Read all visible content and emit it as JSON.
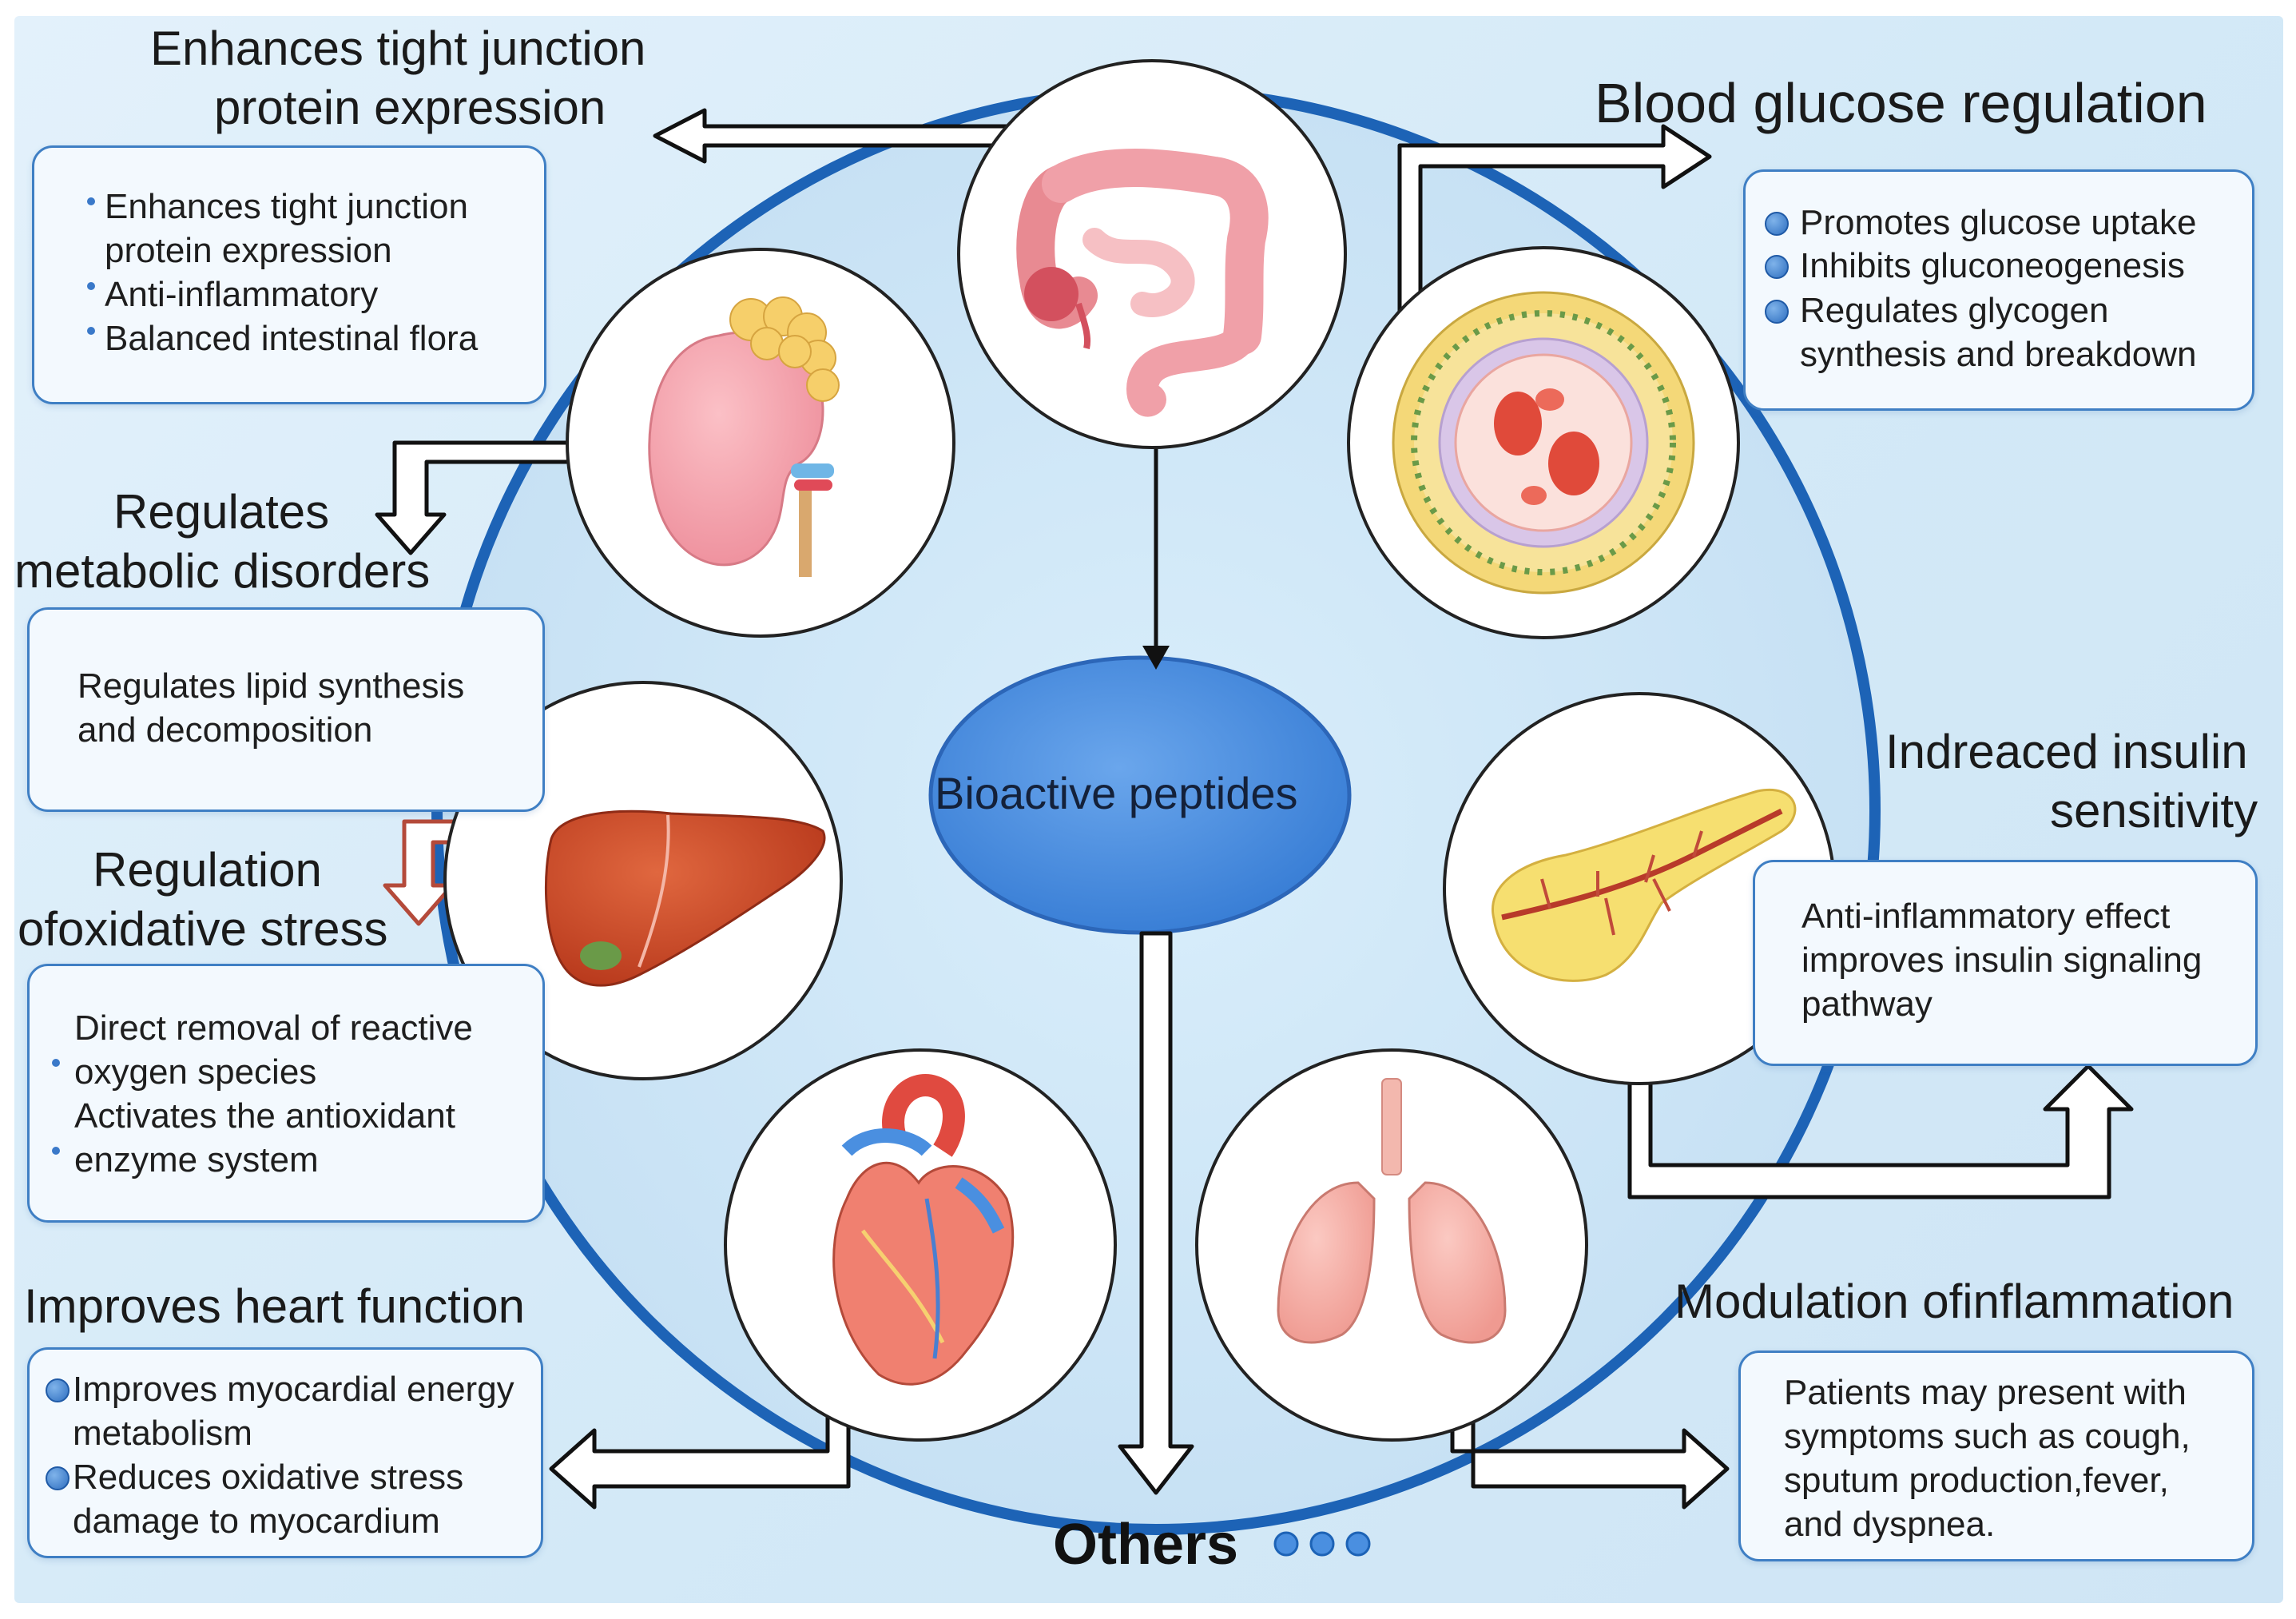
{
  "center": {
    "label": "Bioactive peptides"
  },
  "others": {
    "label": "Others"
  },
  "colors": {
    "ring": "#1d63b6",
    "circle_fill": "#cfe6f6",
    "card_border": "#3f7fc4",
    "center_fill": "#4a8fe0",
    "arrow_stroke": "#111111"
  },
  "icons": [
    "intestine-icon",
    "kidney-icon",
    "liver-icon",
    "heart-icon",
    "lungs-icon",
    "pancreas-icon",
    "blood-vessel-icon"
  ],
  "sections": {
    "intestine": {
      "title_line1": "Enhances tight junction",
      "title_line2": "protein expression",
      "items": [
        "Enhances tight junction",
        "protein expression",
        "Anti-inflammatory",
        "Balanced intestinal flora"
      ]
    },
    "glucose": {
      "title": "Blood glucose regulation",
      "items": [
        "Promotes glucose uptake",
        "Inhibits gluconeogenesis",
        "Regulates glycogen",
        "synthesis and breakdown"
      ]
    },
    "metabolic": {
      "title_line1": "Regulates",
      "title_line2": "metabolic disorders",
      "items": [
        "Regulates lipid synthesis",
        "and decomposition"
      ]
    },
    "oxidative": {
      "title_line1": "Regulation",
      "title_line2": "ofoxidative stress",
      "items": [
        "Direct removal of reactive",
        "oxygen species",
        "Activates the antioxidant",
        "enzyme system"
      ]
    },
    "insulin": {
      "title_line1": "Indreaced insulin",
      "title_line2": "sensitivity",
      "items": [
        "Anti-inflammatory effect",
        "improves insulin signaling",
        "pathway"
      ]
    },
    "heart": {
      "title": "Improves heart function",
      "items": [
        "Improves myocardial energy",
        "metabolism",
        "Reduces oxidative stress",
        "damage to myocardium"
      ]
    },
    "inflammation": {
      "title": "Modulation ofinflammation",
      "items": [
        "Patients may present with",
        "symptoms such as cough,",
        "sputum production,fever,",
        "and dyspnea."
      ]
    }
  }
}
